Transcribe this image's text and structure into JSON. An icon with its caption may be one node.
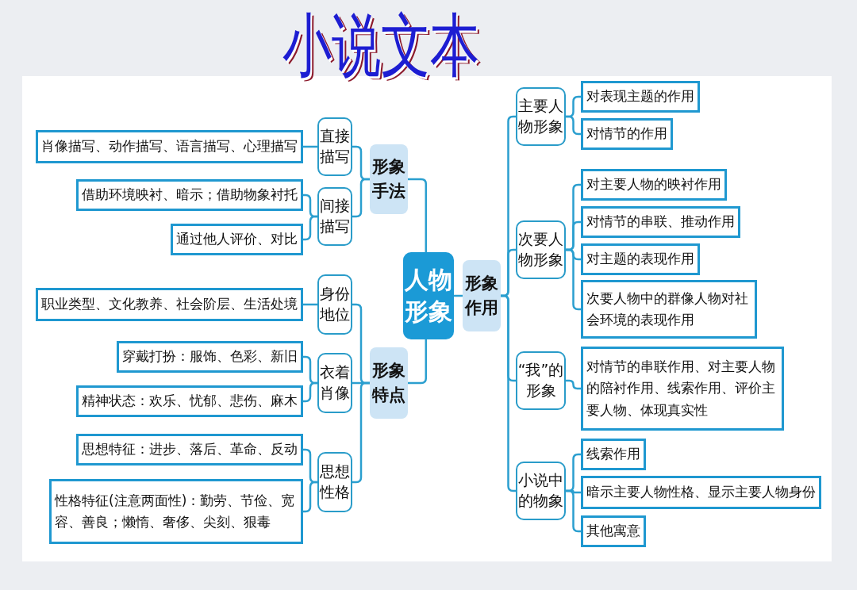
{
  "diagram": {
    "title": "小说文本",
    "nodes": [
      {
        "text": [
          "人物形象"
        ]
      },
      {
        "text": [
          "形象手法"
        ]
      },
      {
        "text": [
          "直接描写"
        ]
      },
      {
        "text": [
          "肖像描写、动作描写、语言描写、心理描写"
        ]
      },
      {
        "text": [
          "间接描写"
        ]
      },
      {
        "text": [
          "借助环境映衬、暗示；借助物象衬托"
        ]
      },
      {
        "text": [
          "通过他人评价、对比"
        ]
      },
      {
        "text": [
          "形象特点"
        ]
      },
      {
        "text": [
          "身份地位"
        ]
      },
      {
        "text": [
          "职业类型、文化教养、社会阶层、生活处境"
        ]
      },
      {
        "text": [
          "衣着肖像"
        ]
      },
      {
        "text": [
          "穿戴打扮：服饰、色彩、新旧"
        ]
      },
      {
        "text": [
          "精神状态：欢乐、忧郁、悲伤、麻木"
        ]
      },
      {
        "text": [
          "思想性格"
        ]
      },
      {
        "text": [
          "思想特征：进步、落后、革命、反动"
        ]
      },
      {
        "text": [
          "性格特征(注意两面性)：勤劳、节俭、宽容、善良；懒惰、奢侈、尖刻、狠毒"
        ]
      },
      {
        "text": [
          "形象作用"
        ]
      },
      {
        "text": [
          "主要人物形象"
        ]
      },
      {
        "text": [
          "对表现主题的作用"
        ]
      },
      {
        "text": [
          "对情节的作用"
        ]
      },
      {
        "text": [
          "次要人物形象"
        ]
      },
      {
        "text": [
          "对主要人物的映衬作用"
        ]
      },
      {
        "text": [
          "对情节的串联、推动作用"
        ]
      },
      {
        "text": [
          "对主题的表现作用"
        ]
      },
      {
        "text": [
          "次要人物中的群像人物对社会环境的表现作用"
        ]
      },
      {
        "text": [
          "“我”的形象"
        ]
      },
      {
        "text": [
          "对情节的串联作用、对主要人物的陪衬作用、线索作用、评价主要人物、体现真实性"
        ]
      },
      {
        "text": [
          "小说中的物象"
        ]
      },
      {
        "text": [
          "线索作用"
        ]
      },
      {
        "text": [
          "暗示主要人物性格、显示主要人物身份"
        ]
      },
      {
        "text": [
          "其他寓意"
        ]
      }
    ],
    "edges": [
      {
        "from": 0,
        "to": 1,
        "arrow": "none"
      },
      {
        "from": 0,
        "to": 7,
        "arrow": "none"
      },
      {
        "from": 0,
        "to": 16,
        "arrow": "none"
      },
      {
        "from": 1,
        "to": 2,
        "arrow": "none"
      },
      {
        "from": 1,
        "to": 4,
        "arrow": "none"
      },
      {
        "from": 2,
        "to": 3,
        "arrow": "none"
      },
      {
        "from": 4,
        "to": 5,
        "arrow": "none"
      },
      {
        "from": 4,
        "to": 6,
        "arrow": "none"
      },
      {
        "from": 7,
        "to": 8,
        "arrow": "none"
      },
      {
        "from": 7,
        "to": 10,
        "arrow": "none"
      },
      {
        "from": 7,
        "to": 13,
        "arrow": "none"
      },
      {
        "from": 8,
        "to": 9,
        "arrow": "none"
      },
      {
        "from": 10,
        "to": 11,
        "arrow": "none"
      },
      {
        "from": 10,
        "to": 12,
        "arrow": "none"
      },
      {
        "from": 13,
        "to": 14,
        "arrow": "none"
      },
      {
        "from": 13,
        "to": 15,
        "arrow": "none"
      },
      {
        "from": 16,
        "to": 17,
        "arrow": "none"
      },
      {
        "from": 16,
        "to": 20,
        "arrow": "none"
      },
      {
        "from": 16,
        "to": 25,
        "arrow": "none"
      },
      {
        "from": 16,
        "to": 27,
        "arrow": "none"
      },
      {
        "from": 17,
        "to": 18,
        "arrow": "none"
      },
      {
        "from": 17,
        "to": 19,
        "arrow": "none"
      },
      {
        "from": 20,
        "to": 21,
        "arrow": "none"
      },
      {
        "from": 20,
        "to": 22,
        "arrow": "none"
      },
      {
        "from": 20,
        "to": 23,
        "arrow": "none"
      },
      {
        "from": 20,
        "to": 24,
        "arrow": "none"
      },
      {
        "from": 25,
        "to": 26,
        "arrow": "none"
      },
      {
        "from": 27,
        "to": 28,
        "arrow": "none"
      },
      {
        "from": 27,
        "to": 29,
        "arrow": "none"
      },
      {
        "from": 27,
        "to": 30,
        "arrow": "none"
      }
    ]
  }
}
